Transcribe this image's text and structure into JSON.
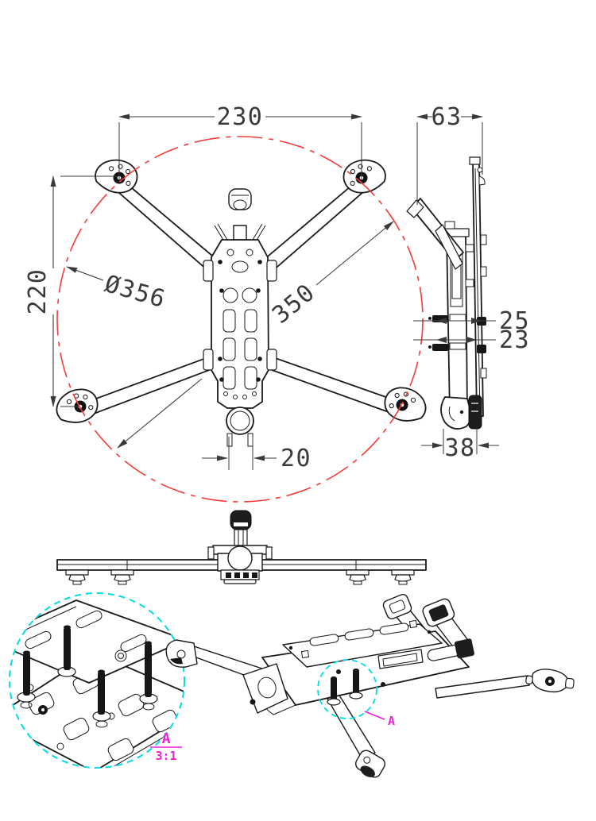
{
  "drawing": {
    "subject": "FPV drone frame multi-view technical drawing",
    "views": [
      "top view",
      "side view",
      "front view",
      "isometric view",
      "detail view A"
    ]
  },
  "colors": {
    "line": "#1a1a1a",
    "dimension": "#3a3a3a",
    "red": "#f53b3b",
    "cyan": "#00dce4",
    "magenta": "#ef1ed8"
  },
  "top_view": {
    "width_dim": "230",
    "height_dim": "220",
    "prop_circle_dim": "Ø356",
    "diagonal_dim": "350",
    "mount_width_dim": "20"
  },
  "side_view": {
    "depth_dim": "63",
    "upper_plate_dim": "25",
    "lower_plate_dim": "23",
    "base_dim": "38"
  },
  "detail_view": {
    "label": "A",
    "scale": "3:1"
  },
  "detail_callout": {
    "label": "A"
  }
}
